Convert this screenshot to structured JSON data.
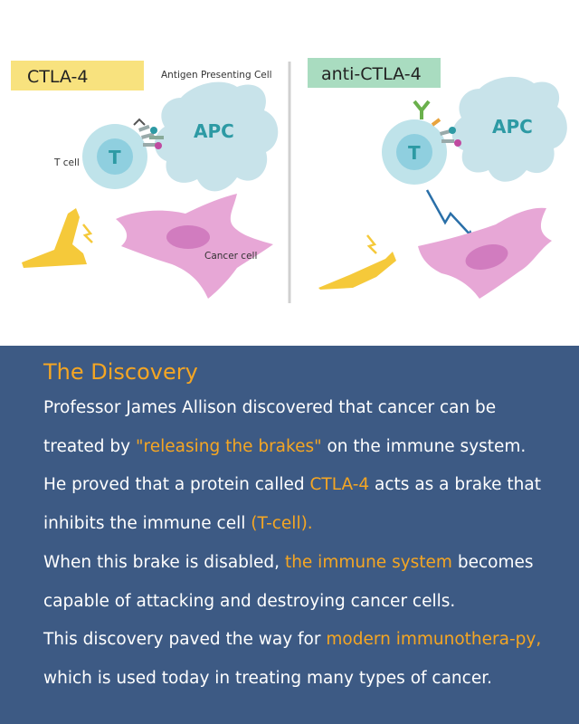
{
  "colors": {
    "panel_bg": "#3d5a84",
    "highlight": "#f5a623",
    "left_label_bg": "#f8e27e",
    "right_label_bg": "#a9dcc0",
    "t_cell": "#bfe3ea",
    "t_cell_core": "#8fcfdf",
    "apc": "#c8e3ea",
    "cell_label": "#2d9aa4",
    "cancer": "#e7a7d6",
    "cancer_nucleus": "#d17cbf",
    "lightning": "#2a6fa8",
    "hand": "#f5c93a",
    "divider": "#d0d0d0"
  },
  "diagram": {
    "left_panel_label": "CTLA-4",
    "right_panel_label": "anti-CTLA-4",
    "apc_caption": "Antigen Presenting Cell",
    "t_cell_caption": "T cell",
    "cancer_cell_caption": "Cancer cell",
    "t_label": "T",
    "apc_label": "APC"
  },
  "section": {
    "title": "The Discovery",
    "paragraphs": [
      [
        {
          "text": "Professor James Allison discovered that cancer can be treated by ",
          "highlight": false
        },
        {
          "text": "\"releasing the brakes\"",
          "highlight": true
        },
        {
          "text": " on the immune system.",
          "highlight": false
        }
      ],
      [
        {
          "text": "He proved that a protein called ",
          "highlight": false
        },
        {
          "text": "CTLA-4",
          "highlight": true
        },
        {
          "text": " acts as a brake that inhibits the immune cell ",
          "highlight": false
        },
        {
          "text": "(T-cell).",
          "highlight": true
        }
      ],
      [
        {
          "text": "When this brake is disabled, ",
          "highlight": false
        },
        {
          "text": "the immune system",
          "highlight": true
        },
        {
          "text": " becomes capable of attacking and destroying cancer cells.",
          "highlight": false
        }
      ],
      [
        {
          "text": "This discovery paved the way for ",
          "highlight": false
        },
        {
          "text": "modern immunothera-py,",
          "highlight": true
        },
        {
          "text": " which is used today in treating many types of cancer.",
          "highlight": false
        }
      ]
    ]
  }
}
